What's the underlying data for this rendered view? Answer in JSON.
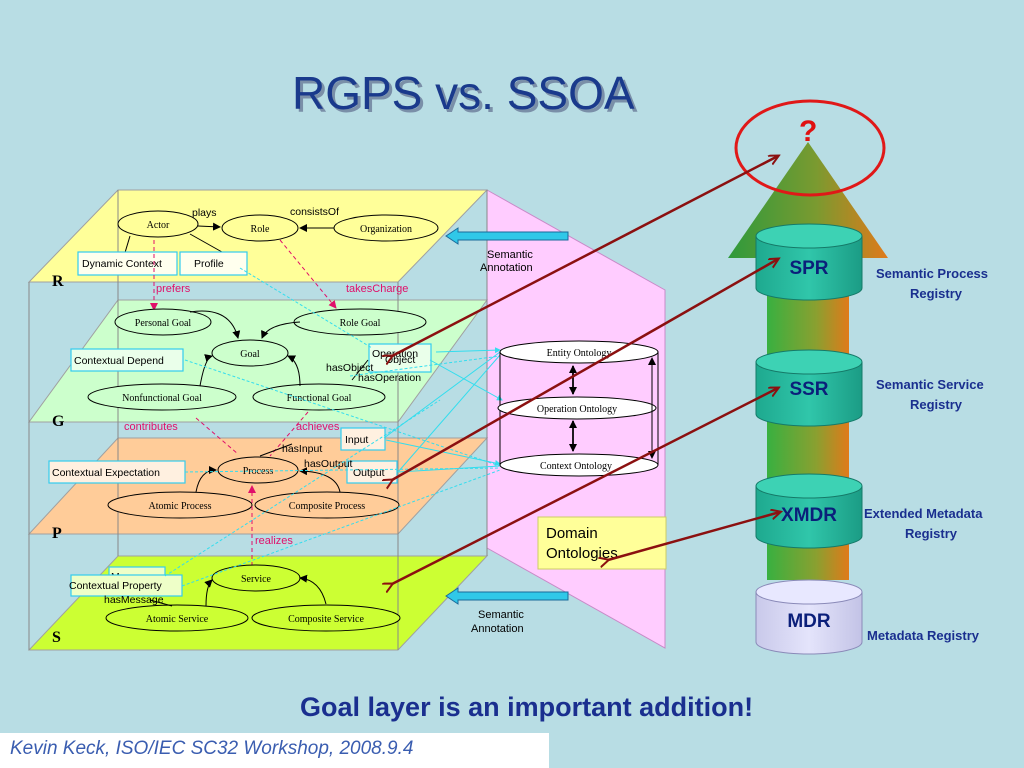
{
  "title": "RGPS vs. SSOA",
  "question_mark": "?",
  "layers": {
    "r_letter": "R",
    "g_letter": "G",
    "p_letter": "P",
    "s_letter": "S"
  },
  "r_layer": {
    "actor": "Actor",
    "role": "Role",
    "organization": "Organization",
    "plays": "plays",
    "consists_of": "consistsOf",
    "dynamic_context": "Dynamic Context",
    "profile": "Profile",
    "prefers": "prefers",
    "takes_charge": "takesCharge"
  },
  "g_layer": {
    "personal_goal": "Personal Goal",
    "role_goal": "Role Goal",
    "goal": "Goal",
    "contextual_depend": "Contextual Depend",
    "nonfunctional_goal": "Nonfunctional Goal",
    "functional_goal": "Functional Goal",
    "operation": "Operation",
    "object": "Object",
    "has_object": "hasObject",
    "has_operation": "hasOperation",
    "contributes": "contributes",
    "achieves": "achieves"
  },
  "p_layer": {
    "input": "Input",
    "output": "Output",
    "has_input": "hasInput",
    "has_output": "hasOutput",
    "contextual_expectation": "Contextual Expectation",
    "process": "Process",
    "atomic_process": "Atomic Process",
    "composite_process": "Composite Process",
    "realizes": "realizes"
  },
  "s_layer": {
    "message": "Message",
    "contextual_property": "Contextual Property",
    "has_message": "hasMessage",
    "service": "Service",
    "atomic_service": "Atomic Service",
    "composite_service": "Composite Service"
  },
  "semantic_annotation_line1": "Semantic",
  "semantic_annotation_line2": "Annotation",
  "ontologies": {
    "entity": "Entity Ontology",
    "operation": "Operation Ontology",
    "context": "Context Ontology"
  },
  "domain_ontologies": {
    "line1": "Domain",
    "line2": "Ontologies"
  },
  "registries": [
    {
      "abbr": "SPR",
      "line1": "Semantic Process",
      "line2": "Registry"
    },
    {
      "abbr": "SSR",
      "line1": "Semantic Service",
      "line2": "Registry"
    },
    {
      "abbr": "XMDR",
      "line1": "Extended Metadata",
      "line2": "Registry"
    },
    {
      "abbr": "MDR",
      "line1": "Metadata Registry",
      "line2": ""
    }
  ],
  "footer": "Goal layer is an important addition!",
  "credit": "Kevin Keck, ISO/IEC SC32 Workshop, 2008.9.4",
  "colors": {
    "background": "#b8dde4",
    "title": "#1a3a8c",
    "r_plane": "#ffff99",
    "g_plane": "#ccffcc",
    "p_plane": "#ffcc99",
    "s_plane": "#ccff33",
    "ontology_panel": "#ffccff",
    "cylinder": "#22b39a",
    "arrow_dark": "#8b1010",
    "link_cyan": "#33ddee"
  }
}
